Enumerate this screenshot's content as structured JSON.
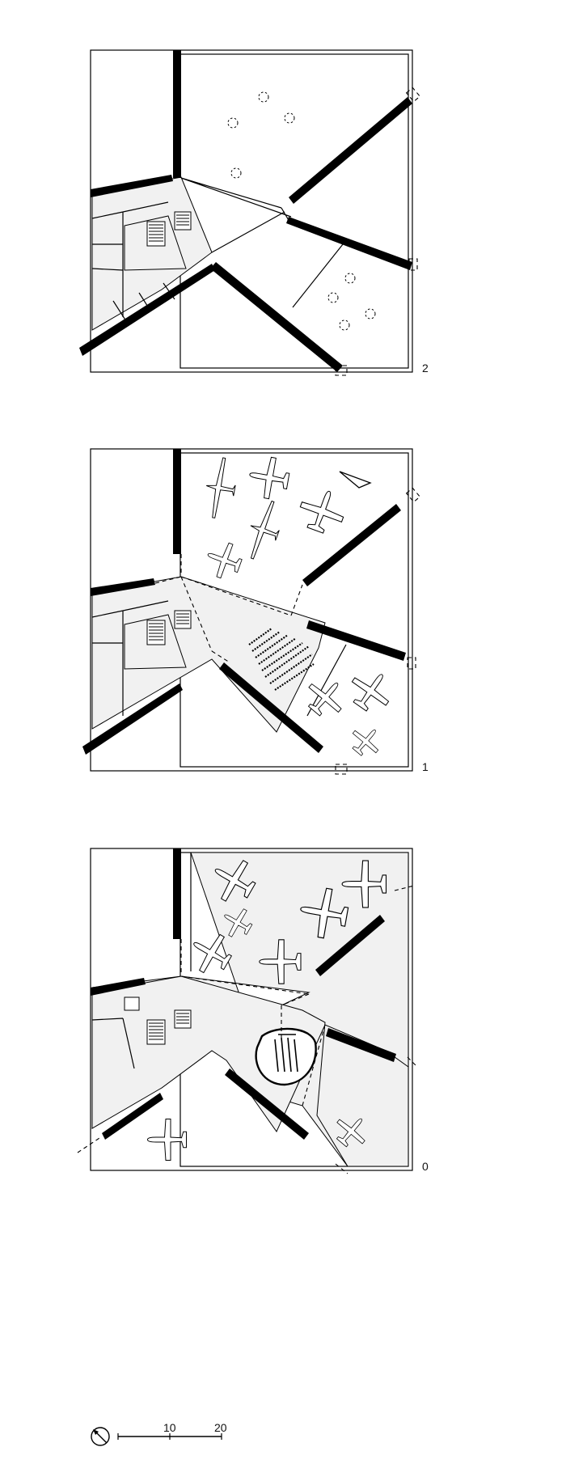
{
  "floors": [
    {
      "id": "2",
      "label": "2"
    },
    {
      "id": "1",
      "label": "1"
    },
    {
      "id": "0",
      "label": "0"
    }
  ],
  "scale_bar": {
    "labels": [
      "10",
      "20"
    ]
  }
}
